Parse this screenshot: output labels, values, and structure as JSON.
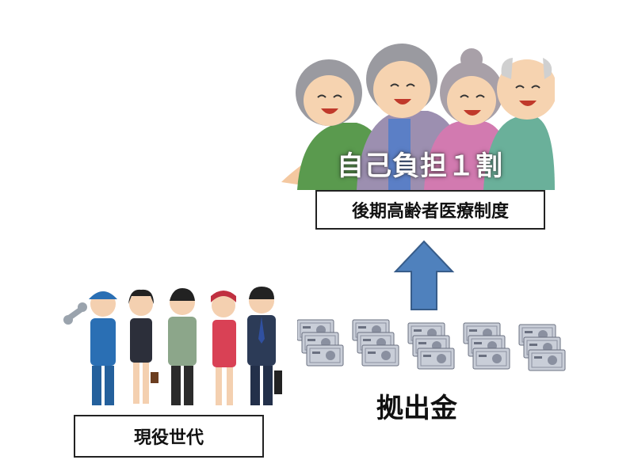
{
  "elderly": {
    "copay_text": "自己負担１割",
    "system_label": "後期高齢者医療制度"
  },
  "workers": {
    "label": "現役世代"
  },
  "contribution": {
    "label": "拠出金"
  },
  "colors": {
    "arrow": "#4f81bd",
    "arrow_border": "#385d8a",
    "box_border": "#222222",
    "bill": "#c9ced8"
  },
  "icons": [
    "elderly-people-illustration",
    "workers-illustration",
    "banknote-icon",
    "up-arrow"
  ]
}
